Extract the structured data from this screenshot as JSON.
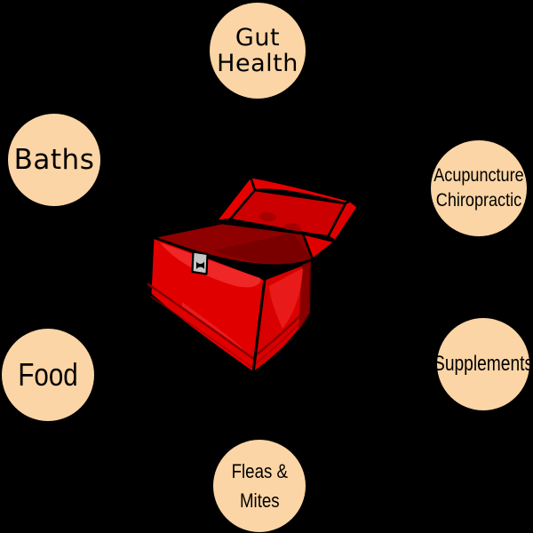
{
  "canvas": {
    "background": "#000000",
    "description": "pet-care toolbox diagram"
  },
  "nodes": [
    {
      "id": "gut-health",
      "lines": [
        "Gut",
        "Health"
      ]
    },
    {
      "id": "baths",
      "lines": [
        "Baths"
      ]
    },
    {
      "id": "acupuncture-chiropractic",
      "lines": [
        "Acupuncture",
        "Chiropractic"
      ]
    },
    {
      "id": "food",
      "lines": [
        "Food"
      ]
    },
    {
      "id": "supplements",
      "lines": [
        "Supplements"
      ]
    },
    {
      "id": "fleas-mites",
      "lines": [
        "Fleas &",
        "Mites"
      ]
    }
  ],
  "node_style": {
    "fill": "#FBD5A5",
    "text_color": "#000000"
  },
  "center": {
    "icon": "red-open-toolbox-icon",
    "colors": {
      "body_red": "#E00000",
      "side_red": "#D80000",
      "lid_floor_red": "#CC0000",
      "top_dark_red": "#8F0000",
      "shadow_red": "#6E0000",
      "hole_red": "#A60000",
      "highlight_red": "#F12B2B",
      "outline": "#000000",
      "latch_gray": "#C6C6C6"
    }
  }
}
